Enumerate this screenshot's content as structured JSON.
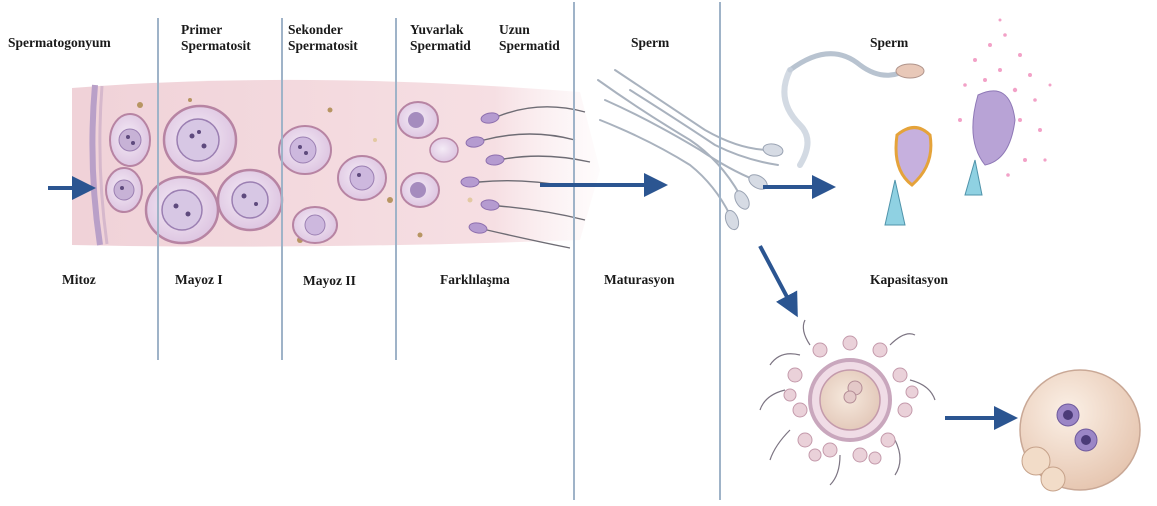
{
  "stages_top": [
    {
      "line1": "Spermatogonyum",
      "line2": ""
    },
    {
      "line1": "Primer",
      "line2": "Spermatosit"
    },
    {
      "line1": "Sekonder",
      "line2": "Spermatosit"
    },
    {
      "line1": "Yuvarlak",
      "line2": "Spermatid"
    },
    {
      "line1": "Uzun",
      "line2": "Spermatid"
    },
    {
      "line1": "Sperm",
      "line2": ""
    },
    {
      "line1": "Sperm",
      "line2": ""
    }
  ],
  "processes": [
    "Mitoz",
    "Mayoz I",
    "Mayoz II",
    "Farklılaşma",
    "Maturasyon",
    "Kapasitasyon"
  ],
  "colors": {
    "arrow": "#2b5591",
    "divider": "#9fb3c8",
    "tissue": "#f3d6dc",
    "cell_fill": "#e7d6ec",
    "cell_border": "#b784a3",
    "nucleus": "#a58cbe",
    "capacitation_pink": "#e8569a",
    "egg": "#efd8c8"
  }
}
